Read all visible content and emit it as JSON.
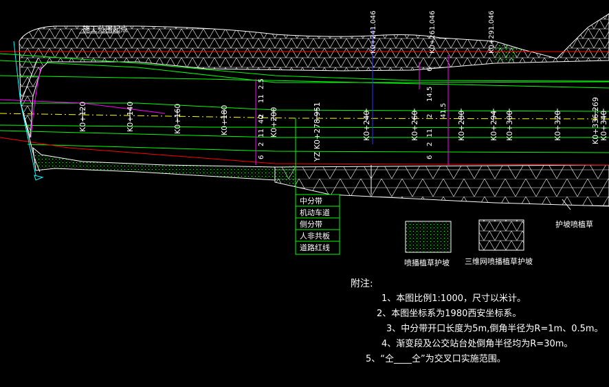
{
  "title_label": "施工范围起点",
  "station_labels": [
    "K0+120",
    "K0+140",
    "K0+160",
    "K0+180",
    "K0+200",
    "YZ K0+278.951",
    "K0+240",
    "K0+260",
    "K0+280",
    "K0+294",
    "K0+300",
    "K0+320",
    "K0+336.269",
    "K0+340"
  ],
  "top_station_labels": [
    "K0+241.046",
    "K0+261.046",
    "K0+291.046"
  ],
  "dim_left": [
    "2.5",
    "11",
    "2",
    "40",
    "11",
    "2",
    "6"
  ],
  "dim_right": [
    "6",
    "14.5",
    "2",
    "41.5",
    "11",
    "2",
    "6"
  ],
  "legend_rows": [
    "中分带",
    "机动车道",
    "侧分带",
    "人非共板",
    "道路红线"
  ],
  "swatch_labels": [
    "喷播植草护坡",
    "三维网喷播植草护坡"
  ],
  "callout": "护坡喷植草",
  "notes_heading": "附注:",
  "notes": [
    "1、本图比例1:1000，尺寸以米计。",
    "2、本图坐标系为1980西安坐标系。",
    "3、中分带开口长度为5m,倒角半径为R=1m、0.5m。",
    "4、渐变段及公交站台处倒角半径均为R=30m。",
    "5、“仝____仝”为交叉口实施范围。"
  ],
  "colors": {
    "green": "#00ff00",
    "cyan": "#00ffff",
    "magenta": "#ff00ff",
    "red": "#ff0000",
    "white": "#ffffff",
    "yellow": "#ffff00",
    "blue": "#3030ff"
  }
}
